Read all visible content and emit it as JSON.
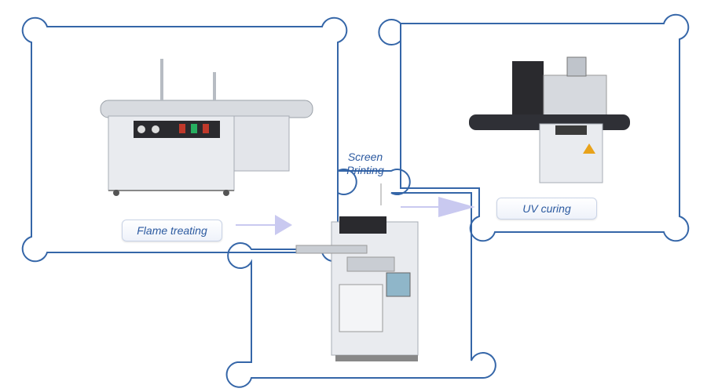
{
  "colors": {
    "frame": "#3566a8",
    "arrow": "#c9c9f0",
    "label_text": "#2c5aa0",
    "machine_body": "#e9ebef",
    "machine_dark": "#2a2a2e"
  },
  "stages": [
    {
      "id": "flame",
      "label": "Flame treating"
    },
    {
      "id": "screen",
      "label_line1": "Screen",
      "label_line2": "Printing"
    },
    {
      "id": "uv",
      "label": "UV curing"
    }
  ],
  "icons": [
    "flame-treating-machine-image",
    "screen-printing-machine-image",
    "uv-curing-machine-image",
    "flow-arrow-icon"
  ]
}
